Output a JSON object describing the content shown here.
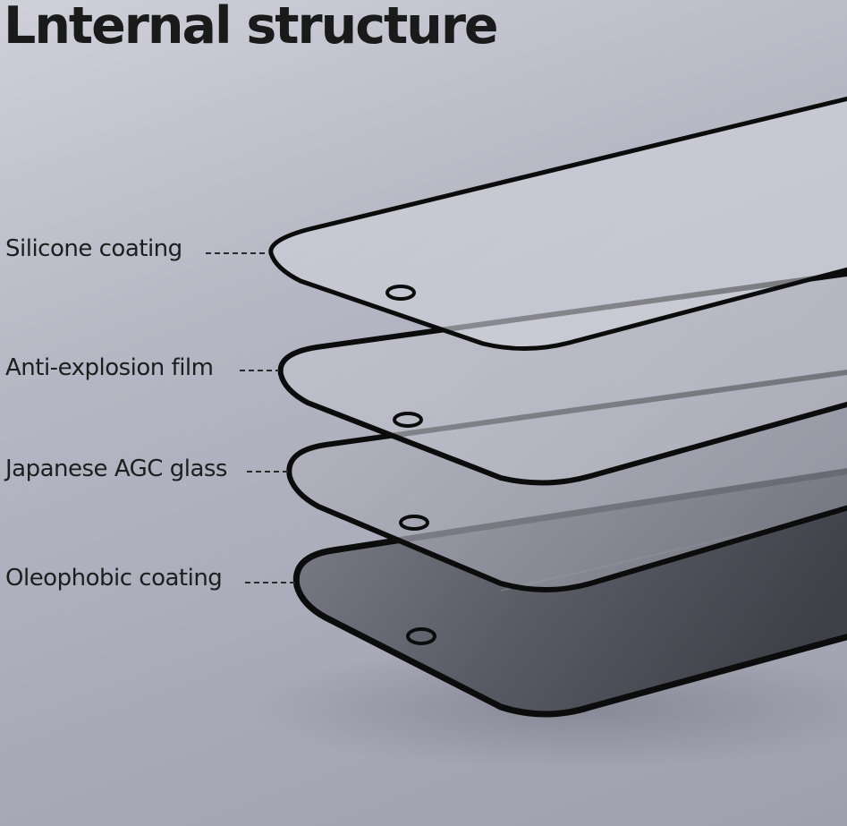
{
  "title": "Lnternal structure",
  "layers": [
    {
      "label": "Silicone coating"
    },
    {
      "label": "Anti-explosion film"
    },
    {
      "label": "Japanese AGC glass"
    },
    {
      "label": "Oleophobic coating"
    }
  ],
  "colors": {
    "frame": "#0c0c0c",
    "background": "#b5b7c4",
    "text": "#1e1e1e"
  }
}
